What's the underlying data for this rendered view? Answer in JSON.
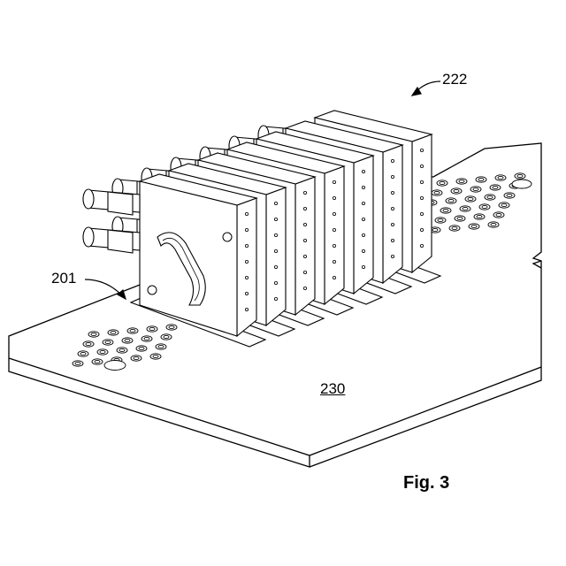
{
  "figure": {
    "caption": "Fig. 3",
    "references": {
      "assembly": "222",
      "module": "201",
      "board": "230"
    },
    "module_count": 7
  }
}
